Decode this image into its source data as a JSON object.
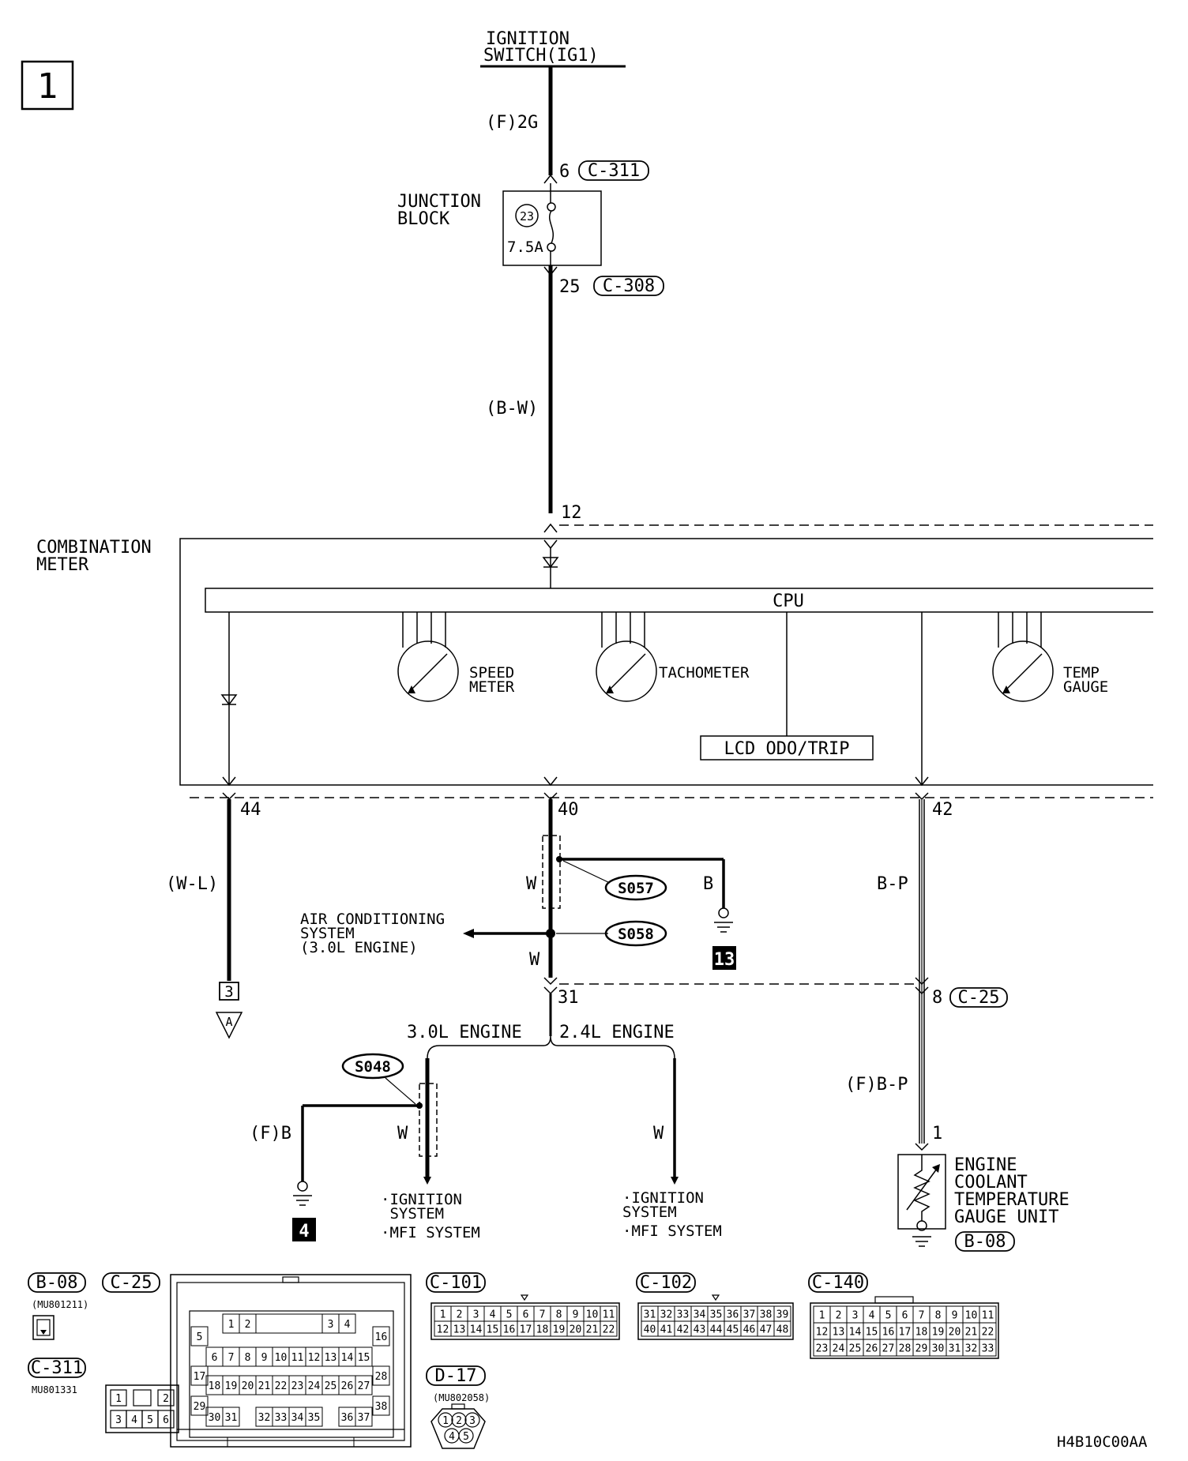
{
  "page_number": "1",
  "ignition_switch": [
    "IGNITION",
    "SWITCH(IG1)"
  ],
  "wires": {
    "f_2g": "(F)2G",
    "b_w": "(B-W)",
    "w_l": "(W-L)",
    "w": "W",
    "b": "B",
    "b_p": "B-P",
    "f_b_p": "(F)B-P",
    "f_b": "(F)B"
  },
  "pins": {
    "p6": "6",
    "p25": "25",
    "p12": "12",
    "p44": "44",
    "p40": "40",
    "p42": "42",
    "p31": "31",
    "p8": "8",
    "p1": "1"
  },
  "connectors": {
    "c311": "C-311",
    "c308": "C-308",
    "c25": "C-25",
    "b08": "B-08",
    "c101": "C-101",
    "c102": "C-102",
    "c140": "C-140",
    "d17": "D-17"
  },
  "junction_block": [
    "JUNCTION",
    "BLOCK"
  ],
  "fuse": {
    "number": "23",
    "rating": "7.5A"
  },
  "combination_meter": [
    "COMBINATION",
    "METER"
  ],
  "cpu": "CPU",
  "speed_meter": [
    "SPEED",
    "METER"
  ],
  "tachometer": "TACHOMETER",
  "temp_gauge": [
    "TEMP",
    "GAUGE"
  ],
  "lcd": "LCD ODO/TRIP",
  "splices": {
    "s057": "S057",
    "s058": "S058",
    "s048": "S048"
  },
  "air_conditioning": [
    "AIR CONDITIONING",
    "SYSTEM",
    "(3.0L ENGINE)"
  ],
  "grounds": {
    "g13": "13",
    "g4": "4"
  },
  "junction_ref": {
    "box": "3",
    "tri": "A"
  },
  "engine_30": "3.0L ENGINE",
  "engine_24": "2.4L ENGINE",
  "ign_system_left": [
    "·IGNITION",
    " SYSTEM",
    "·MFI SYSTEM"
  ],
  "ign_system_right": [
    "·IGNITION",
    " SYSTEM",
    "·MFI SYSTEM"
  ],
  "ect_unit": [
    "ENGINE",
    "COOLANT",
    "TEMPERATURE",
    "GAUGE UNIT"
  ],
  "part_numbers": {
    "b08": "(MU801211)",
    "c311": "MU801331",
    "d17": "(MU802058)"
  },
  "c25_rows": [
    [
      "1",
      "2",
      "3",
      "4"
    ],
    [
      "5",
      "16"
    ],
    [
      "6",
      "7",
      "8",
      "9",
      "10",
      "11",
      "12",
      "13",
      "14",
      "15"
    ],
    [
      "17",
      "28"
    ],
    [
      "18",
      "19",
      "20",
      "21",
      "22",
      "23",
      "24",
      "25",
      "26",
      "27"
    ],
    [
      "29",
      "38"
    ],
    [
      "30",
      "31",
      "32",
      "33",
      "34",
      "35",
      "36",
      "37"
    ]
  ],
  "c101_rows": [
    [
      "1",
      "2",
      "3",
      "4",
      "5",
      "6",
      "7",
      "8",
      "9",
      "10",
      "11"
    ],
    [
      "12",
      "13",
      "14",
      "15",
      "16",
      "17",
      "18",
      "19",
      "20",
      "21",
      "22"
    ]
  ],
  "c102_rows": [
    [
      "31",
      "32",
      "33",
      "34",
      "35",
      "36",
      "37",
      "38",
      "39"
    ],
    [
      "40",
      "41",
      "42",
      "43",
      "44",
      "45",
      "46",
      "47",
      "48"
    ]
  ],
  "c140_rows": [
    [
      "1",
      "2",
      "3",
      "4",
      "5",
      "6",
      "7",
      "8",
      "9",
      "10",
      "11"
    ],
    [
      "12",
      "13",
      "14",
      "15",
      "16",
      "17",
      "18",
      "19",
      "20",
      "21",
      "22"
    ],
    [
      "23",
      "24",
      "25",
      "26",
      "27",
      "28",
      "29",
      "30",
      "31",
      "32",
      "33"
    ]
  ],
  "c311_pins": [
    "1",
    "2",
    "3",
    "4",
    "5",
    "6"
  ],
  "d17_pins": [
    "1",
    "2",
    "3",
    "4",
    "5"
  ],
  "drawing_code": "H4B10C00AA"
}
